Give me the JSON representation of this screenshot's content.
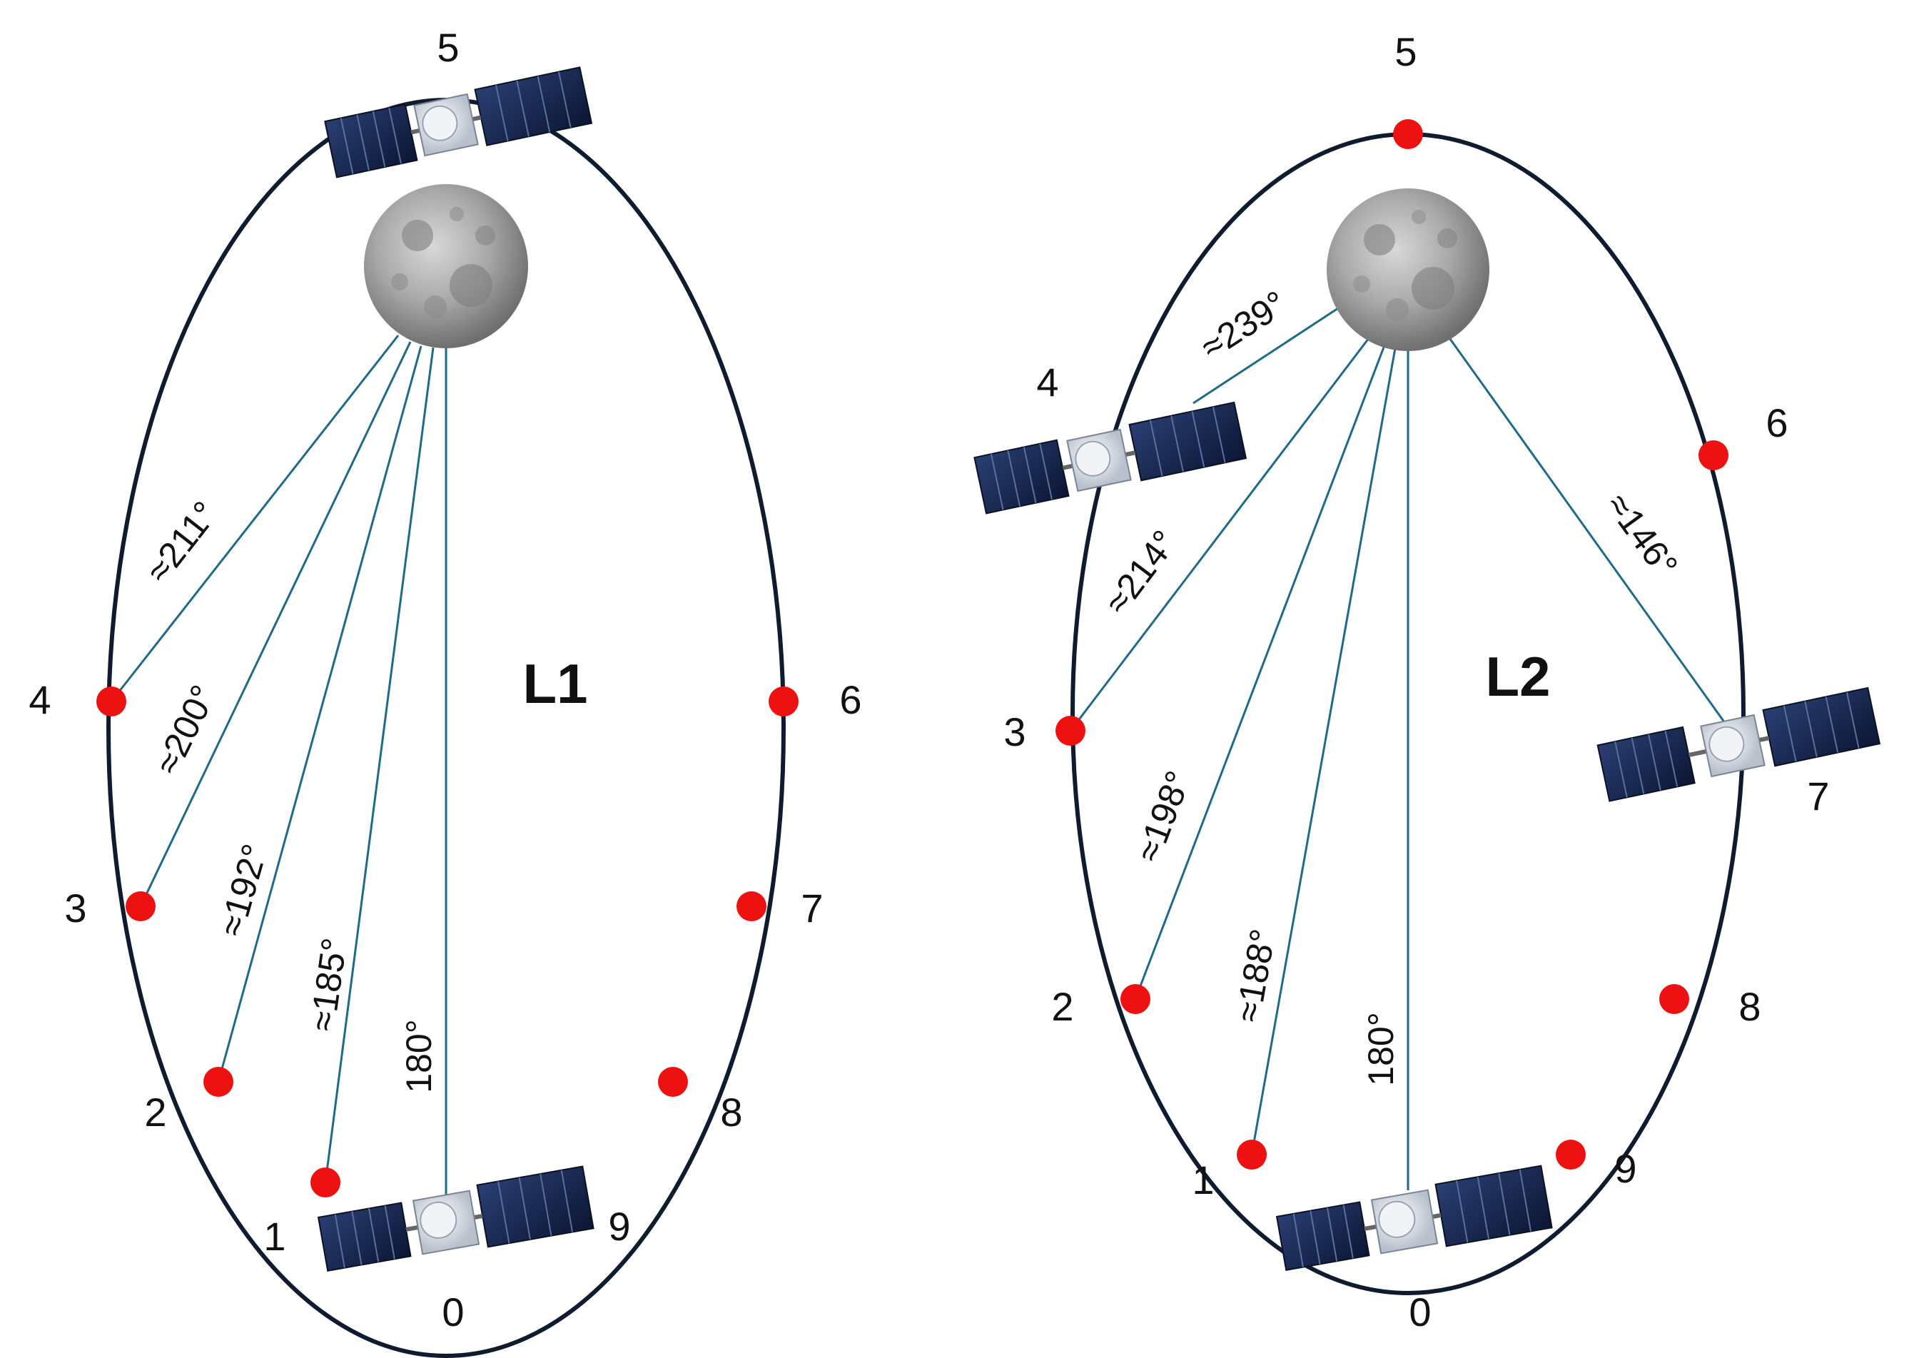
{
  "colors": {
    "orbit": "#0f1b2e",
    "ray": "#1f6a8a",
    "point": "#ee1111",
    "panel": "#1a2b52",
    "panel_grid": "#5b6f9c",
    "moon": "#9a9a9a"
  },
  "icons": {
    "moon": "moon-icon",
    "satellite": "satellite-icon"
  },
  "panels": [
    {
      "orbit_label": "L1",
      "point_labels": [
        "0",
        "1",
        "2",
        "3",
        "4",
        "5",
        "6",
        "7",
        "8",
        "9"
      ],
      "angle_labels": [
        "180°",
        "≈185°",
        "≈192°",
        "≈200°",
        "≈211°"
      ],
      "satellite_positions": [
        "0",
        "5"
      ]
    },
    {
      "orbit_label": "L2",
      "point_labels": [
        "0",
        "1",
        "2",
        "3",
        "4",
        "5",
        "6",
        "7",
        "8",
        "9"
      ],
      "angle_labels": [
        "180°",
        "≈188°",
        "≈198°",
        "≈214°",
        "≈239°",
        "≈146°"
      ],
      "satellite_positions": [
        "0",
        "4",
        "7"
      ]
    }
  ]
}
